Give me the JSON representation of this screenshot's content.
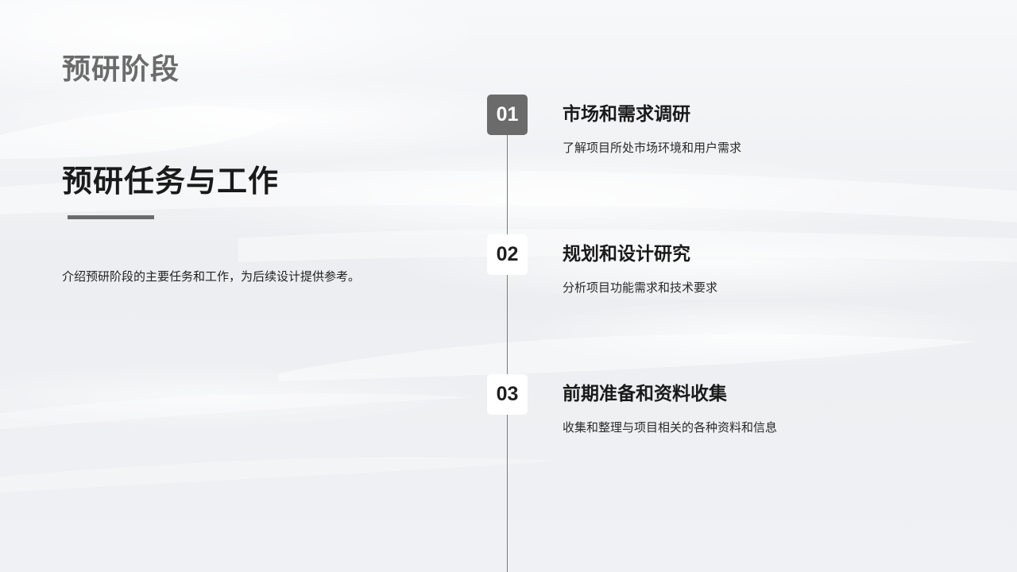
{
  "header": {
    "page_title": "预研阶段"
  },
  "left_panel": {
    "section_title": "预研任务与工作",
    "intro": "介绍预研阶段的主要任务和工作，为后续设计提供参考。"
  },
  "timeline": {
    "steps": [
      {
        "number": "01",
        "title": "市场和需求调研",
        "description": "了解项目所处市场环境和用户需求"
      },
      {
        "number": "02",
        "title": "规划和设计研究",
        "description": "分析项目功能需求和技术要求"
      },
      {
        "number": "03",
        "title": "前期准备和资料收集",
        "description": "收集和整理与项目相关的各种资料和信息"
      }
    ]
  },
  "colors": {
    "accent_gray": "#6b6b6b",
    "title_dark": "#1a1a1a",
    "background": "#eef0f3"
  }
}
